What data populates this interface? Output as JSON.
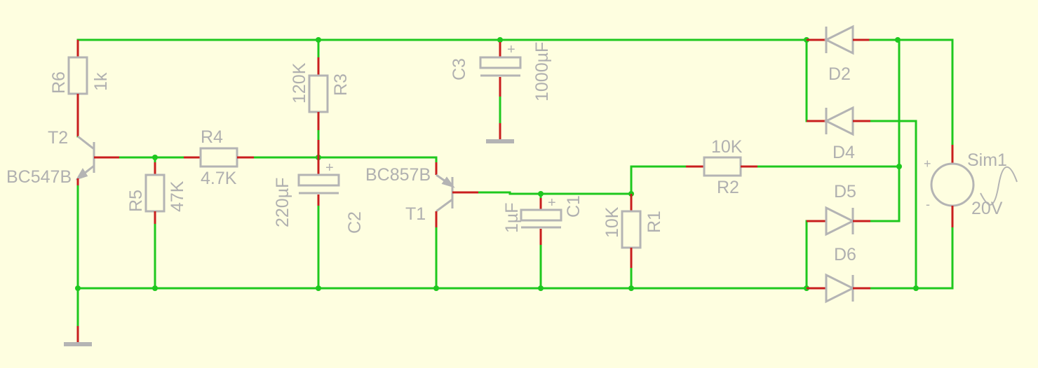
{
  "components": {
    "R6": {
      "name": "R6",
      "value": "1k"
    },
    "R3": {
      "name": "R3",
      "value": "120K"
    },
    "C3": {
      "name": "C3",
      "value": "1000µF"
    },
    "T2": {
      "name": "T2",
      "value": "BC547B"
    },
    "R4": {
      "name": "R4",
      "value": "4.7K"
    },
    "R5": {
      "name": "R5",
      "value": "47K"
    },
    "C2": {
      "name": "C2",
      "value": "220µF"
    },
    "T1": {
      "name": "T1",
      "value": "BC857B"
    },
    "C1": {
      "name": "C1",
      "value": "1µF"
    },
    "R1": {
      "name": "R1",
      "value": "10K"
    },
    "R2": {
      "name": "R2",
      "value": "10K"
    },
    "D2": {
      "name": "D2"
    },
    "D4": {
      "name": "D4"
    },
    "D5": {
      "name": "D5"
    },
    "D6": {
      "name": "D6"
    },
    "Sim1": {
      "name": "Sim1",
      "value": "20V"
    }
  },
  "symbols": {
    "plus": "+",
    "minus": "-"
  },
  "colors": {
    "background": "#fefee0",
    "wire": "#1ec81e",
    "pin": "#c81e1e",
    "symbol": "#b4b4b4",
    "label": "#b0b0b0"
  }
}
